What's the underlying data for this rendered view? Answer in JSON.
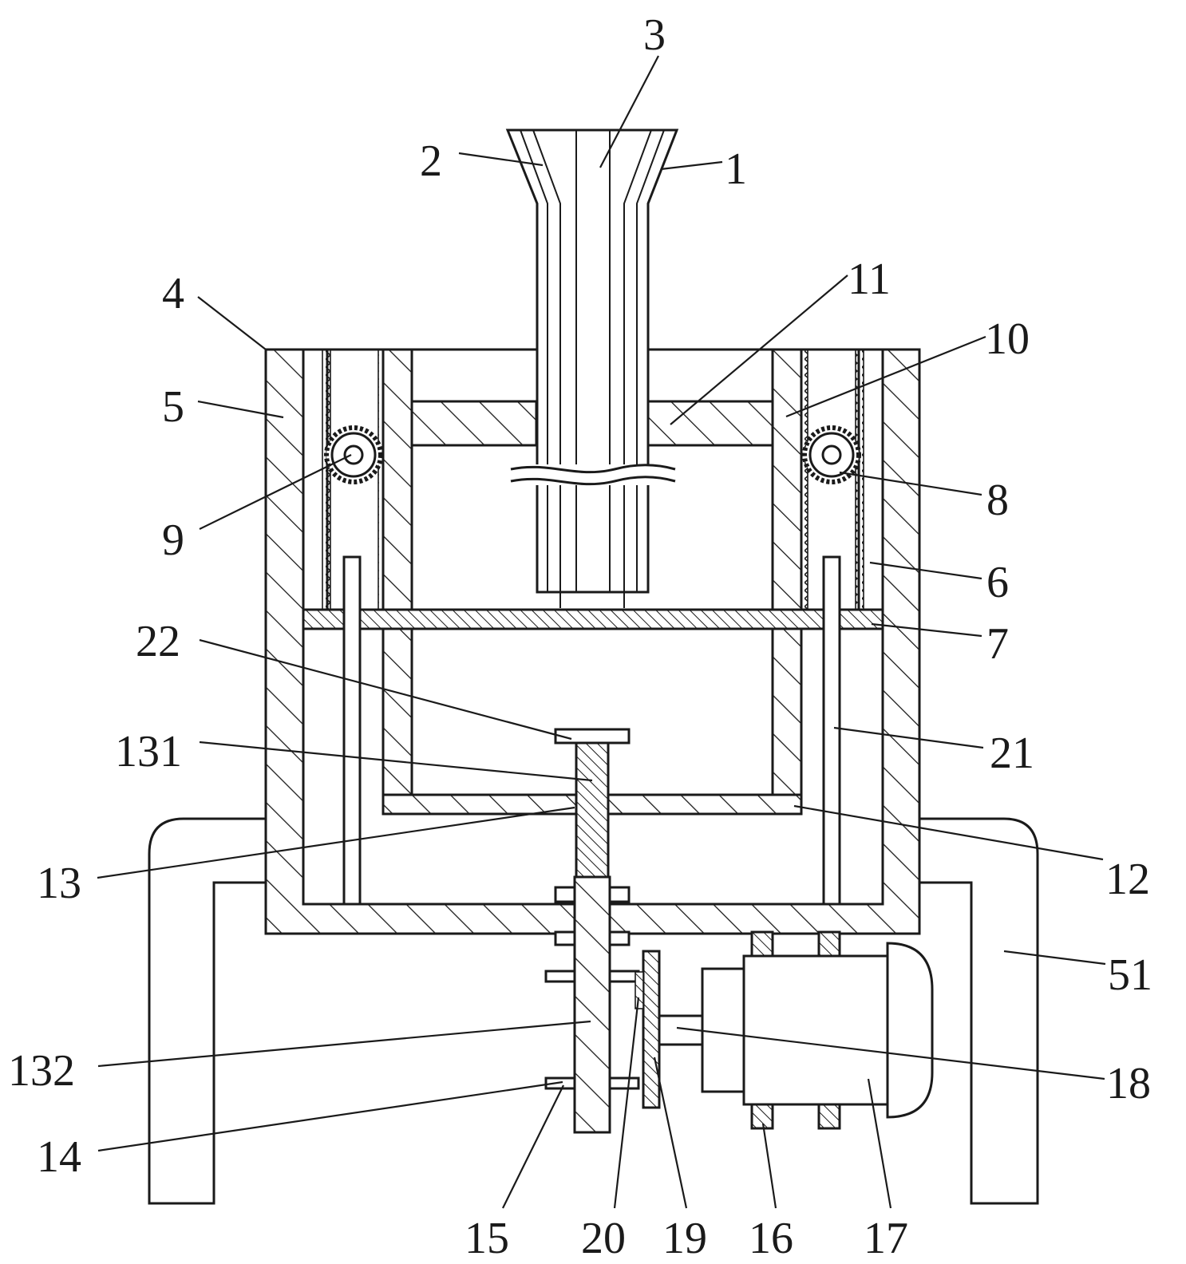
{
  "figure": {
    "background": "#ffffff",
    "line_color": "#1a1a1a",
    "callouts": [
      {
        "id": "c1",
        "text": "1"
      },
      {
        "id": "c2",
        "text": "2"
      },
      {
        "id": "c3",
        "text": "3"
      },
      {
        "id": "c4",
        "text": "4"
      },
      {
        "id": "c5",
        "text": "5"
      },
      {
        "id": "c6",
        "text": "6"
      },
      {
        "id": "c7",
        "text": "7"
      },
      {
        "id": "c8",
        "text": "8"
      },
      {
        "id": "c9",
        "text": "9"
      },
      {
        "id": "c10",
        "text": "10"
      },
      {
        "id": "c11",
        "text": "11"
      },
      {
        "id": "c12",
        "text": "12"
      },
      {
        "id": "c13",
        "text": "13"
      },
      {
        "id": "c131",
        "text": "131"
      },
      {
        "id": "c132",
        "text": "132"
      },
      {
        "id": "c14",
        "text": "14"
      },
      {
        "id": "c15",
        "text": "15"
      },
      {
        "id": "c16",
        "text": "16"
      },
      {
        "id": "c17",
        "text": "17"
      },
      {
        "id": "c18",
        "text": "18"
      },
      {
        "id": "c19",
        "text": "19"
      },
      {
        "id": "c20",
        "text": "20"
      },
      {
        "id": "c21",
        "text": "21"
      },
      {
        "id": "c22",
        "text": "22"
      },
      {
        "id": "c51",
        "text": "51"
      }
    ]
  }
}
